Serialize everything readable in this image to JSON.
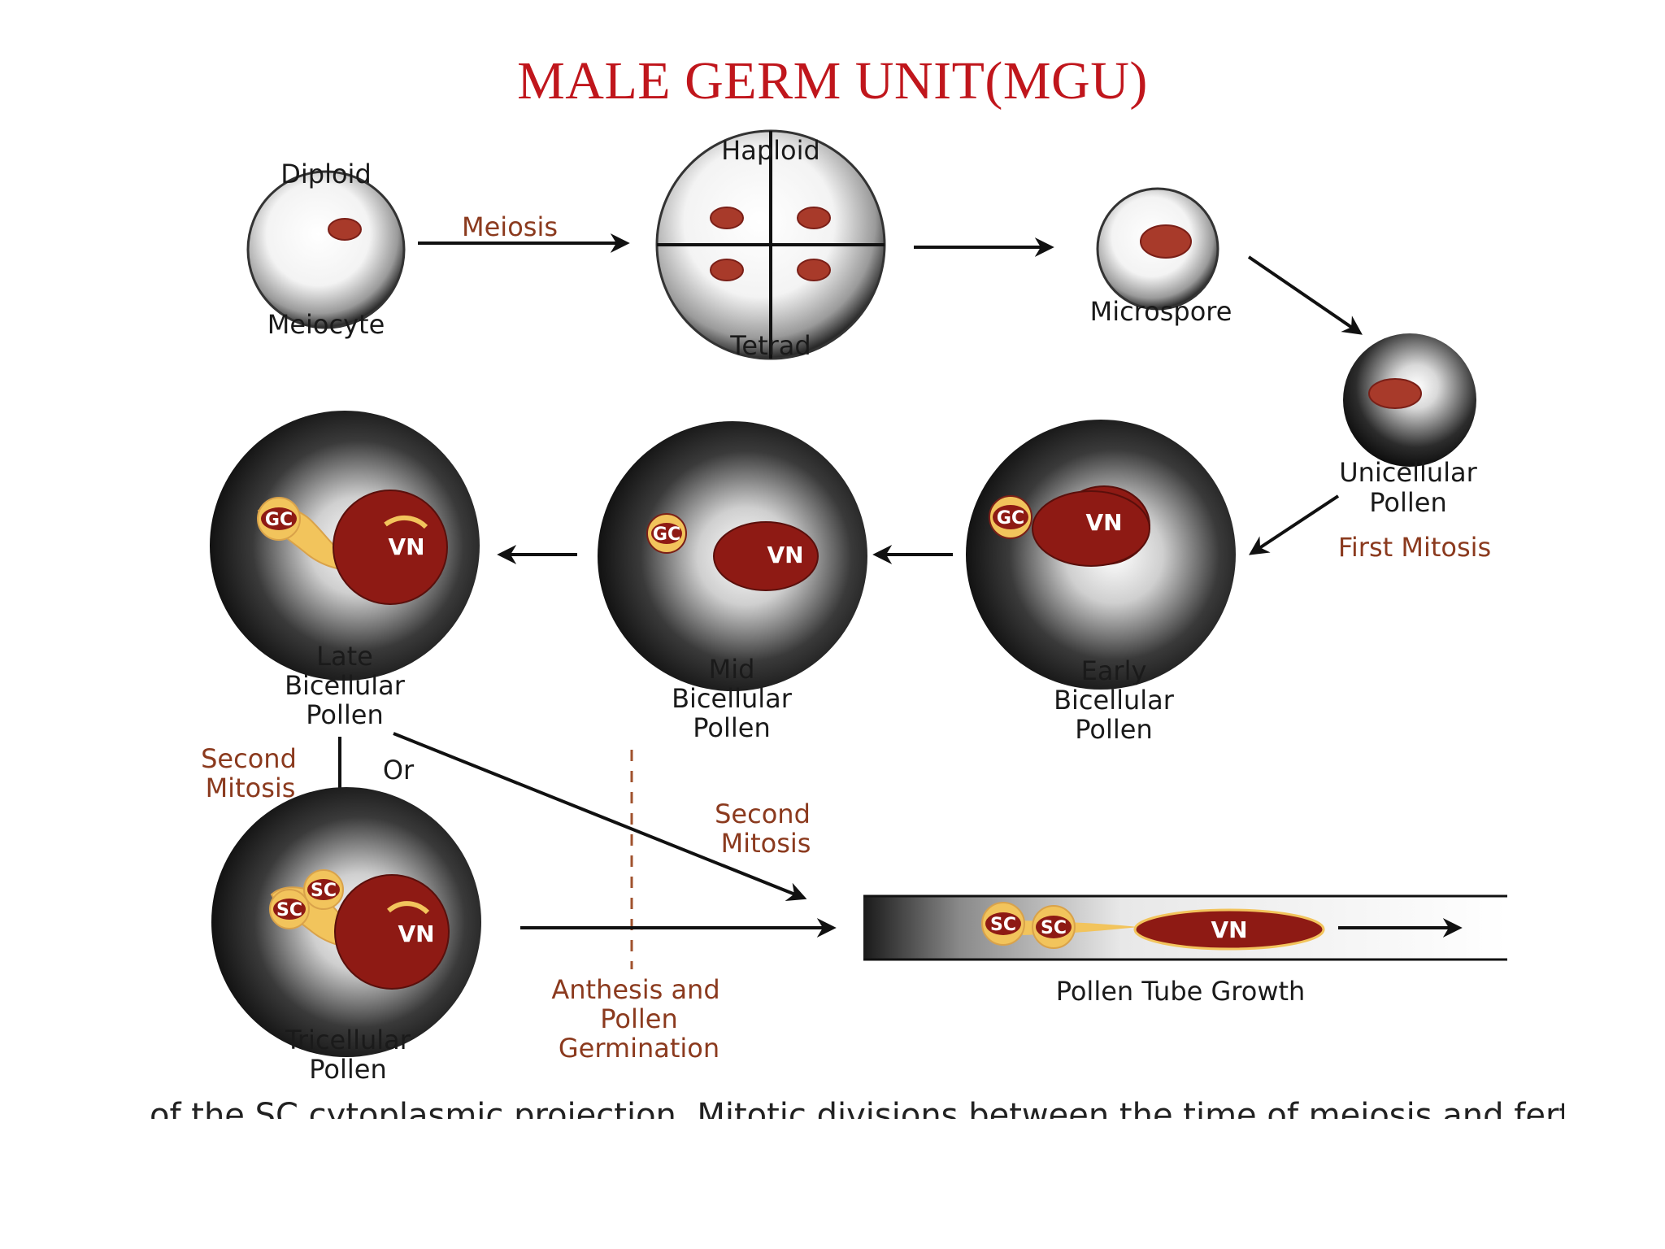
{
  "title": "MALE GERM UNIT(MGU)",
  "stages": {
    "meiocyte": {
      "top": "Diploid",
      "bottom": "Meiocyte"
    },
    "tetrad": {
      "top": "Haploid",
      "bottom": "Tetrad"
    },
    "microspore": "Microspore",
    "unicellular": [
      "Unicellular",
      "Pollen"
    ],
    "early": [
      "Early",
      "Bicellular",
      "Pollen"
    ],
    "mid": [
      "Mid",
      "Bicellular",
      "Pollen"
    ],
    "late": [
      "Late",
      "Bicellular",
      "Pollen"
    ],
    "tricellular": [
      "Tricellular",
      "Pollen"
    ],
    "tube": "Pollen Tube Growth"
  },
  "processes": {
    "meiosis": "Meiosis",
    "first_mitosis": "First Mitosis",
    "second_mitosis_left": [
      "Second",
      "Mitosis"
    ],
    "or": "Or",
    "second_mitosis_right": [
      "Second",
      "Mitosis"
    ],
    "anthesis": [
      "Anthesis and",
      "Pollen",
      "Germination"
    ]
  },
  "nuclei": {
    "vn": "VN",
    "gc": "GC",
    "sc": "SC"
  },
  "caption_cut": "of the SC cytoplasmic projection. Mitotic divisions between the time of meiosis and fertilizatio",
  "colors": {
    "title": "#c0161c",
    "process_label": "#8b3a1e",
    "nucleus": "#a83a2a",
    "vegetative_nucleus": "#8e1a14",
    "germ_cell": "#f2c45c",
    "guide_line": "#a0522d"
  }
}
